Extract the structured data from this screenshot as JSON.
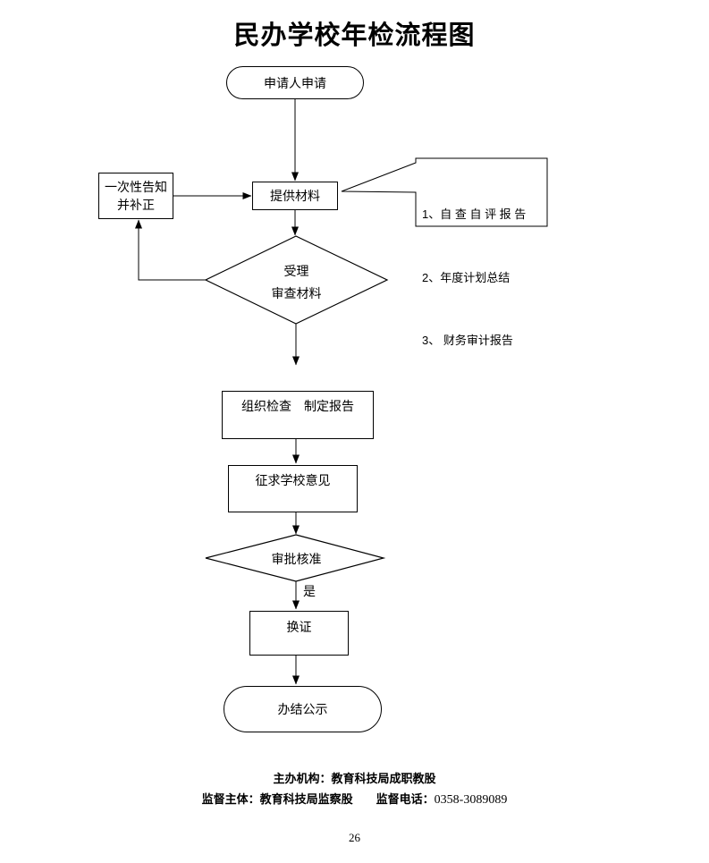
{
  "title": "民办学校年检流程图",
  "nodes": {
    "start": {
      "label": "申请人申请"
    },
    "notify": {
      "line1": "一次性告知",
      "line2": "并补正"
    },
    "provide": {
      "label": "提供材料"
    },
    "materials": {
      "items": [
        "1、自 查 自 评 报 告",
        "2、年度计划总结",
        "3、 财务审计报告"
      ]
    },
    "review": {
      "line1": "受理",
      "line2": "审查材料"
    },
    "organize": {
      "label": "组织检查　制定报告"
    },
    "consult": {
      "label": "征求学校意见"
    },
    "approve": {
      "label": "审批核准"
    },
    "yes": {
      "label": "是"
    },
    "renew": {
      "label": "换证"
    },
    "end": {
      "label": "办结公示"
    }
  },
  "footer": {
    "organizer": "主办机构：教育科技局成职教股",
    "supervisor": "监督主体：教育科技局监察股",
    "phone_label": "监督电话：",
    "phone_number": "0358-3089089",
    "page_number": "26"
  },
  "colors": {
    "line": "#000000",
    "background": "#ffffff"
  }
}
